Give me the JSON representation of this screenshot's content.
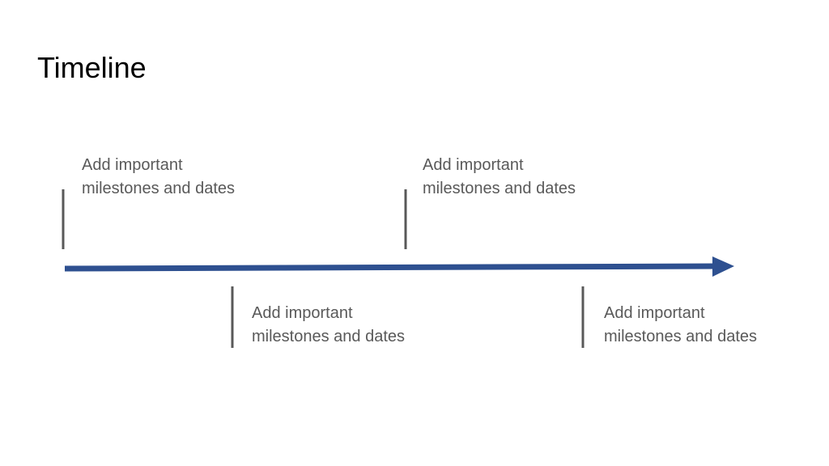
{
  "slide": {
    "title": "Timeline"
  },
  "milestones": [
    {
      "text": "Add important\nmilestones and dates"
    },
    {
      "text": "Add important\nmilestones and dates"
    },
    {
      "text": "Add important\nmilestones and dates"
    },
    {
      "text": "Add important\nmilestones and dates"
    }
  ],
  "colors": {
    "arrow": "#2E5090",
    "tick": "#595959",
    "label_text": "#595959",
    "title_text": "#000000"
  }
}
